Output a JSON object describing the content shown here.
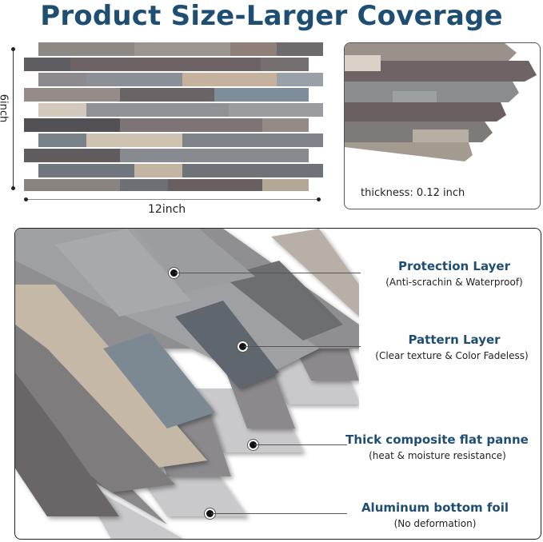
{
  "title": "Product Size-Larger Coverage",
  "dimensions": {
    "height_label": "6inch",
    "width_label": "12inch"
  },
  "thickness": {
    "label": "thickness: 0.12 inch"
  },
  "layers": [
    {
      "title": "Protection Layer",
      "subtitle": "(Anti-scrachin & Waterproof)"
    },
    {
      "title": "Pattern Layer",
      "subtitle": "(Clear texture & Color Fadeless)"
    },
    {
      "title": "Thick composite flat panne",
      "subtitle": "(heat & moisture resistance)"
    },
    {
      "title": "Aluminum bottom foil",
      "subtitle": "(No deformation)"
    }
  ],
  "colors": {
    "title_blue": "#1f4e73",
    "plank_dark": "#5f5a5c",
    "plank_mid": "#7d7a7c",
    "plank_gray_blue": "#8a9298",
    "plank_light": "#b5aca2",
    "plank_metal": "#cdbba6",
    "foil_light": "#c4c3c4",
    "composite_dark": "#8a888b"
  }
}
